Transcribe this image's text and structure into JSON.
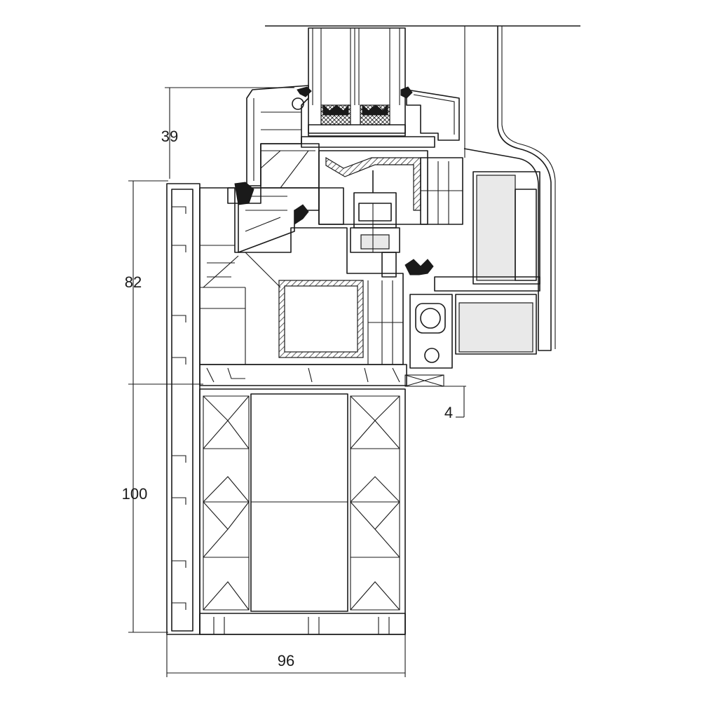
{
  "dimensions": {
    "glass_rebate_height": "39",
    "sash_height": "82",
    "frame_height": "100",
    "frame_depth": "96",
    "gap": "4"
  },
  "colors": {
    "line": "#1a1a1a",
    "background": "#ffffff",
    "hatch_fill": "#e9e9e9"
  }
}
